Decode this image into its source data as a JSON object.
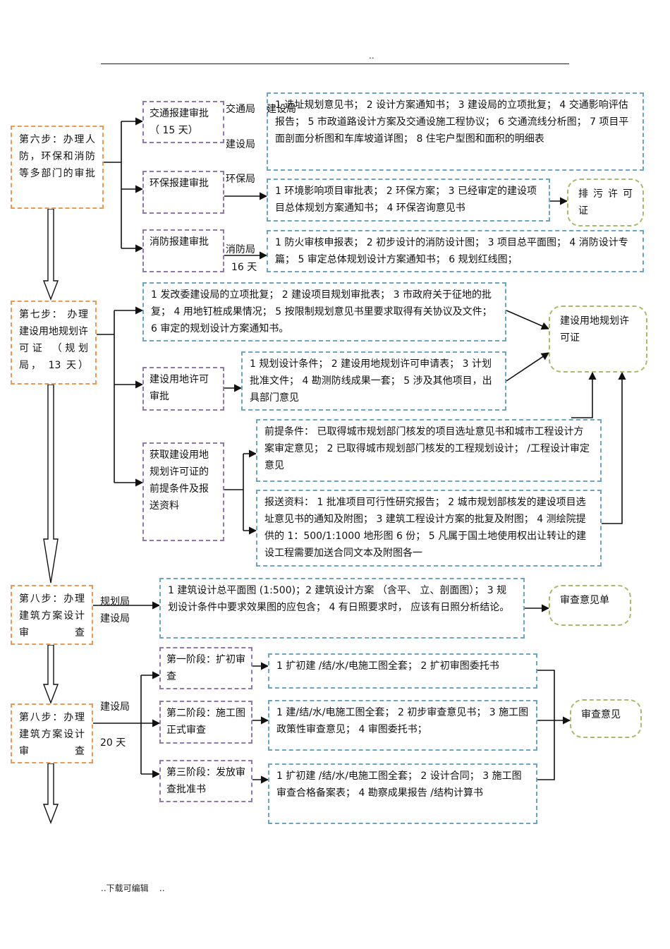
{
  "header": {
    "dots": ".."
  },
  "footer": {
    "text": "..下载可编辑    .."
  },
  "steps": [
    {
      "id": "s6",
      "text": "第六步：办理人防，环保和消防等多部门的审批"
    },
    {
      "id": "s7",
      "text": "第七步： 办理建设用地规划许可证 （规划局， 13 天）"
    },
    {
      "id": "s8a",
      "text": "第八步：办理建筑方案设计审查"
    },
    {
      "id": "s8b",
      "text": "第八步：办理建筑方案设计审查"
    }
  ],
  "depts": [
    {
      "id": "traffic",
      "text": "交通报建审批（ 15 天）"
    },
    {
      "id": "env",
      "text": "环保报建审批"
    },
    {
      "id": "fire",
      "text": "消防报建审批"
    },
    {
      "id": "land",
      "text": "建设用地许可审批"
    },
    {
      "id": "prereq",
      "text": "获取建设用地规划许可证的前提条件及报送资料"
    },
    {
      "id": "ph1",
      "text": "第一阶段：扩初审查"
    },
    {
      "id": "ph2",
      "text": "第二阶段：施工图正式审查"
    },
    {
      "id": "ph3",
      "text": "第三阶段：发放审查批准书"
    }
  ],
  "docs": [
    {
      "id": "d_traffic",
      "text": "1 选址规划意见书；    2 设计方案通知书；    3 建设局的立项批复；    4 交通影响评估报告；    5 市政道路设计方案及交通设施工程协议；        6 交通流线分析图；    7 项目平面剖面分析图和车库坡道详图；        8 住宅户型图和面积的明细表"
    },
    {
      "id": "d_env",
      "text": "1 环境影响项目审批表；    2 环保方案；    3 已经审定的建设项目总体规划方案通知书；        4 环保咨询意见书"
    },
    {
      "id": "d_fire",
      "text": "1 防火审核申报表；    2 初步设计的消防设计图；        3 项目总平面图；    4 消防设计专篇；    5 审定总体规划设计方案通知书；        6 规划红线图；"
    },
    {
      "id": "d_s7",
      "text": "1 发改委建设局的立项批复；    2 建设项目规划审批表；    3 市政府关于征地的批复；  4 用地钉桩成果情况；    5 按限制规划意见书里要求取得有关协议及文件；    6 审定的规划设计方案通知书。"
    },
    {
      "id": "d_land",
      "text": "1 规划设计条件；    2 建设用地规划许可申请表；        3 计划批准文件；    4 勘测防线成果一套；        5 涉及其他项目，出具部门意见"
    },
    {
      "id": "d_pre",
      "text": "前提条件：  已取得城市规划部门核发的项目选址意见书和城市工程设计方案审定意见；        2 已取得城市规划部门核发的工程规划设计；  /工程设计审定意见"
    },
    {
      "id": "d_sub",
      "text": "报送资料：  1 批准项目可行性研究报告；        2 城市规划部核发的建设项目选址意见书的通知及附图；        3 建筑工程设计方案的批复及附图；    4 测绘院提供的    1：500/1:1000  地形图  6 份；  5 凡属于国土地使用权出让转让的建设工程需要加送合同文本及附图各一"
    },
    {
      "id": "d_s8a",
      "text": "1 建筑设计总平面图    (1:500)；2 建筑设计方案  （含平、 立、剖面图）；  3 规划设计条件中要求效果图的应包含；        4 有日照要求时，    应该有日照分析结论。"
    },
    {
      "id": "d_ph1",
      "text": "1 扩初建  /结/水/电施工图全套；  2 扩初审图委托书"
    },
    {
      "id": "d_ph2",
      "text": "1 建/结/水/电施工图全套；    2 初步审查意见书；    3 施工图政策性审查意见；        4 审图委托书；"
    },
    {
      "id": "d_ph3",
      "text": "1 扩初建  /结/水/电施工图全套；    2 设计合同；  3 施工图审查合格备案表；      4 勘察成果报告  /结构计算书"
    }
  ],
  "results": [
    {
      "id": "r_env",
      "text": "排 污 许 可 证"
    },
    {
      "id": "r_land",
      "text": "建设用地规划许可证"
    },
    {
      "id": "r_s8a",
      "text": "审查意见单"
    },
    {
      "id": "r_s8b",
      "text": "审查意见"
    }
  ],
  "labels": {
    "traffic_bureau": "交通局",
    "construction_bureau_1": "建设局",
    "construction_bureau_2": "建设局",
    "env_bureau": "环保局",
    "fire_bureau": "消防局",
    "fire_days": "16 天",
    "planning_bureau": "规划局",
    "construction_bureau_3": "建设局",
    "construction_bureau_4": "建设局",
    "days_20": "20 天"
  }
}
